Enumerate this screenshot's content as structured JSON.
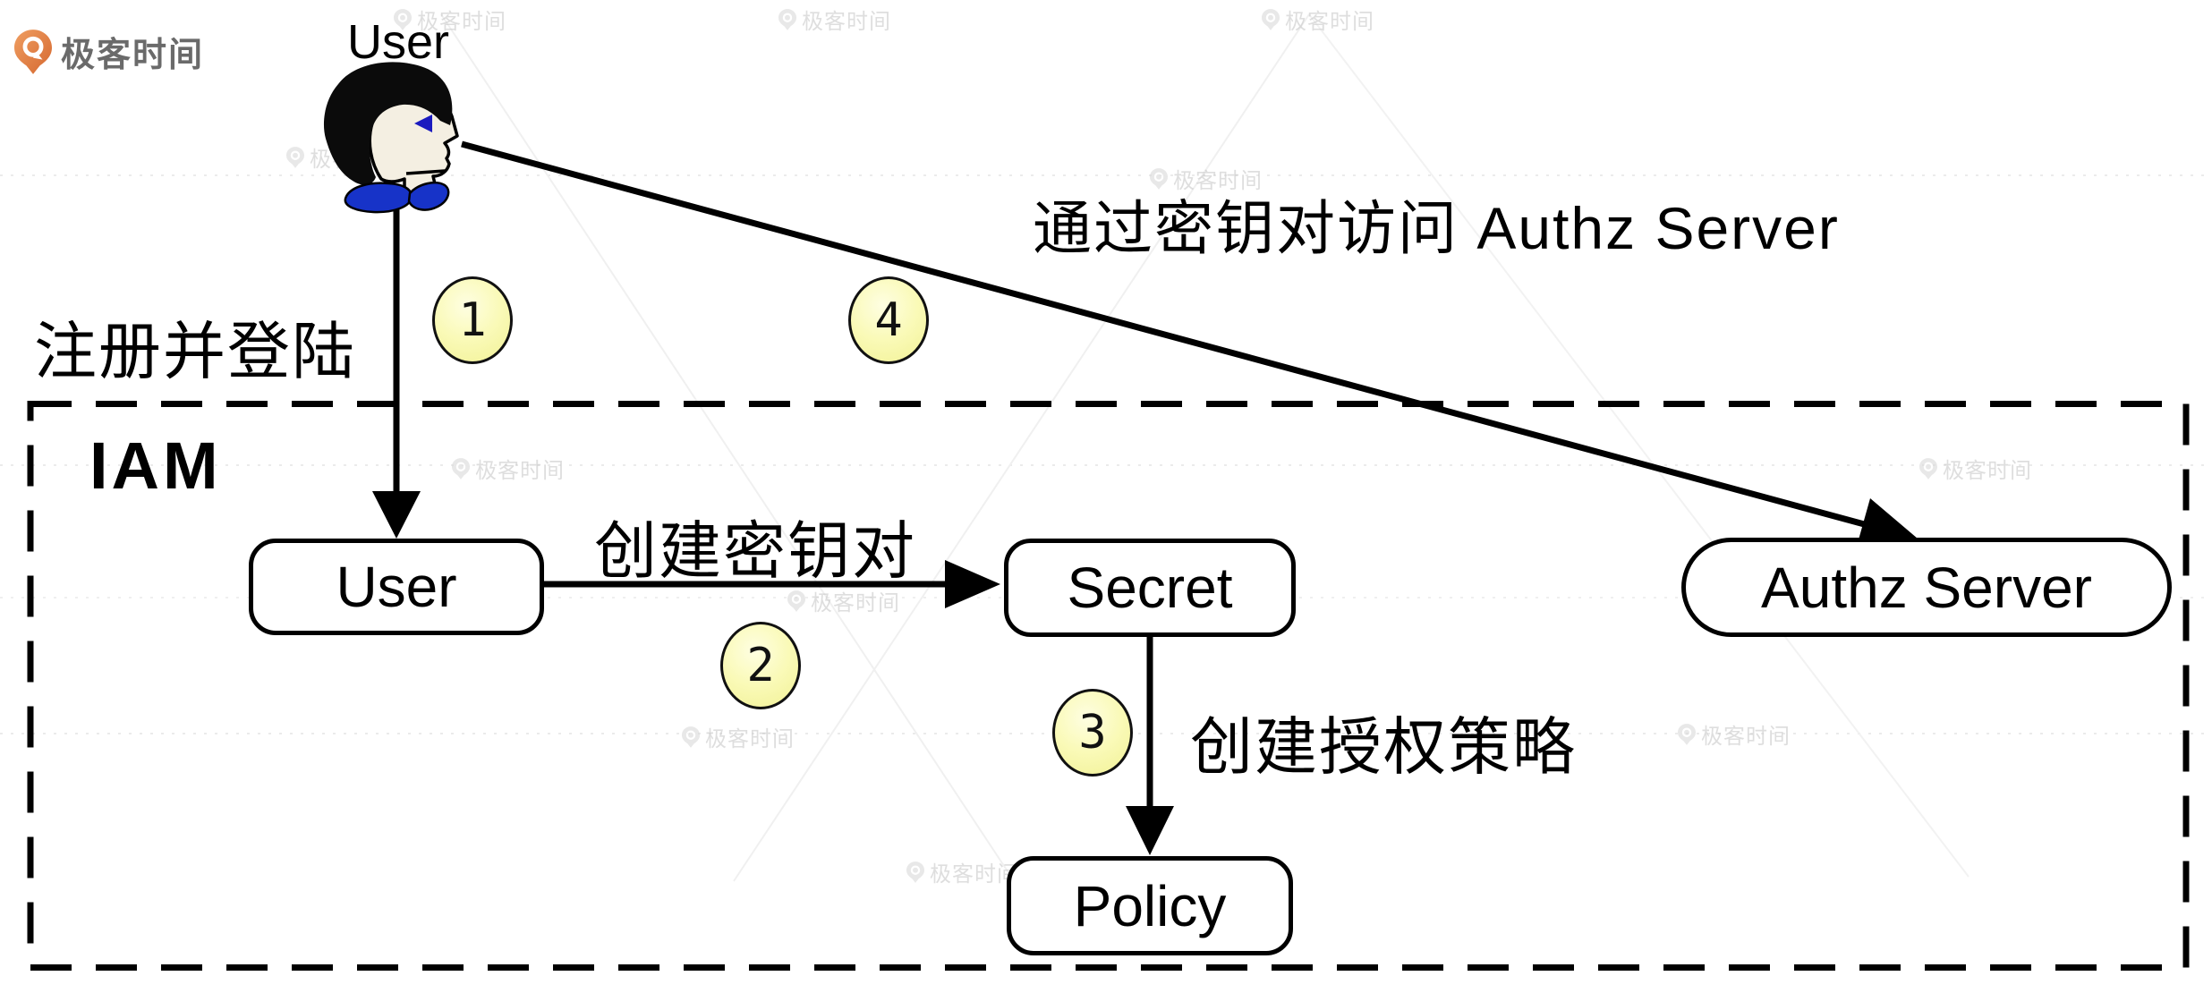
{
  "brand": {
    "logo_text": "极客时间"
  },
  "actor": {
    "title": "User"
  },
  "iam": {
    "label": "IAM"
  },
  "nodes": {
    "user": "User",
    "secret": "Secret",
    "policy": "Policy",
    "authz": "Authz Server"
  },
  "edges": {
    "register": {
      "label": "注册并登陆",
      "step": "1"
    },
    "create_key": {
      "label": "创建密钥对",
      "step": "2"
    },
    "create_policy": {
      "label": "创建授权策略",
      "step": "3"
    },
    "access": {
      "label": "通过密钥对访问 Authz Server",
      "step": "4"
    }
  },
  "watermark": {
    "text": "极客时间"
  },
  "colors": {
    "badge_fill": "#FAFAB8",
    "badge_border": "#111111",
    "line": "#000000",
    "logo_orange": "#DD7A3C",
    "logo_text_gray": "#6A6A6A",
    "collar_blue": "#1733C8",
    "face": "#F4EFE2",
    "watermark_gray": "#C9C9C9"
  }
}
